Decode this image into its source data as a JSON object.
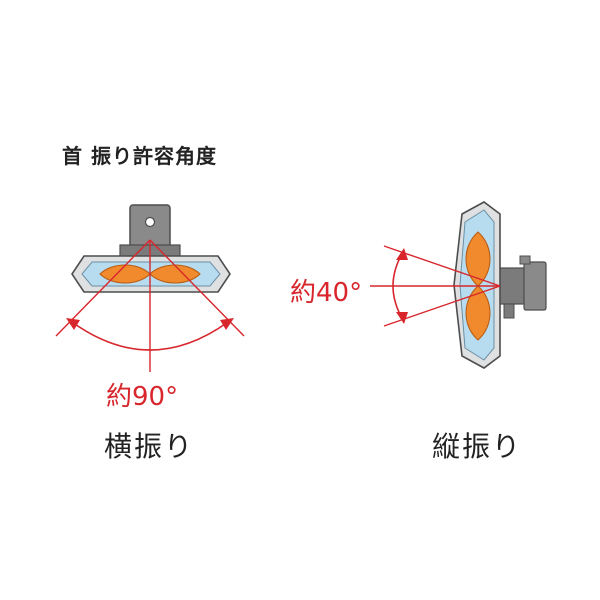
{
  "title": "首 振り許容角度",
  "horizontal": {
    "label": "横振り",
    "angle": "約90°"
  },
  "vertical": {
    "label": "縦振り",
    "angle": "約40°"
  },
  "colors": {
    "lamp_body": "#dfe0e1",
    "lamp_outline": "#4d4d4d",
    "lens": "#b8dcef",
    "bulb": "#f08a2c",
    "bracket": "#7b7b7b",
    "indicator": "#d8262c"
  }
}
